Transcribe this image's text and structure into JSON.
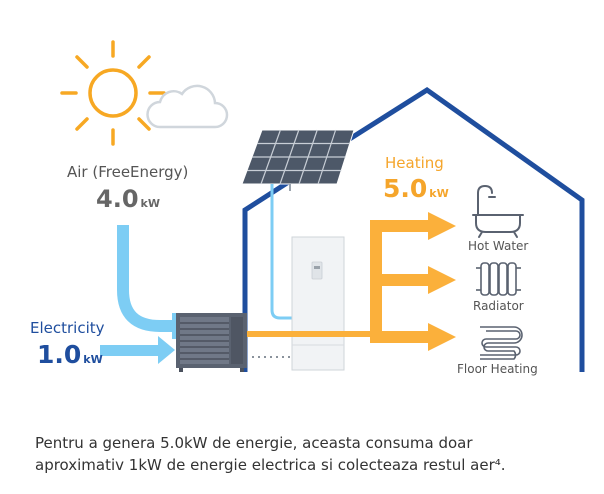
{
  "air": {
    "label": "Air (FreeEnergy)",
    "value": "4.0",
    "unit": "kW"
  },
  "electricity": {
    "label": "Electricity",
    "value": "1.0",
    "unit": "kW"
  },
  "heating": {
    "label": "Heating",
    "value": "5.0",
    "unit": "kW"
  },
  "outputs": {
    "hot_water": "Hot Water",
    "radiator": "Radiator",
    "floor_heating": "Floor Heating"
  },
  "caption": {
    "line1": "Pentru a genera 5.0kW de energie, aceasta consuma doar",
    "line2": "aproximativ 1kW de energie electrica si colecteaza restul aer⁴."
  },
  "colors": {
    "house": "#1f4e9e",
    "air_flow": "#7dcdf4",
    "heat_flow": "#fbb03b",
    "sun": "#f7a823",
    "electricity_text": "#1f4e9e"
  },
  "icons": [
    "sun-icon",
    "cloud-icon",
    "solar-panel-icon",
    "heat-pump-icon",
    "storage-tank-icon",
    "bathtub-icon",
    "radiator-icon",
    "floor-heating-icon"
  ]
}
